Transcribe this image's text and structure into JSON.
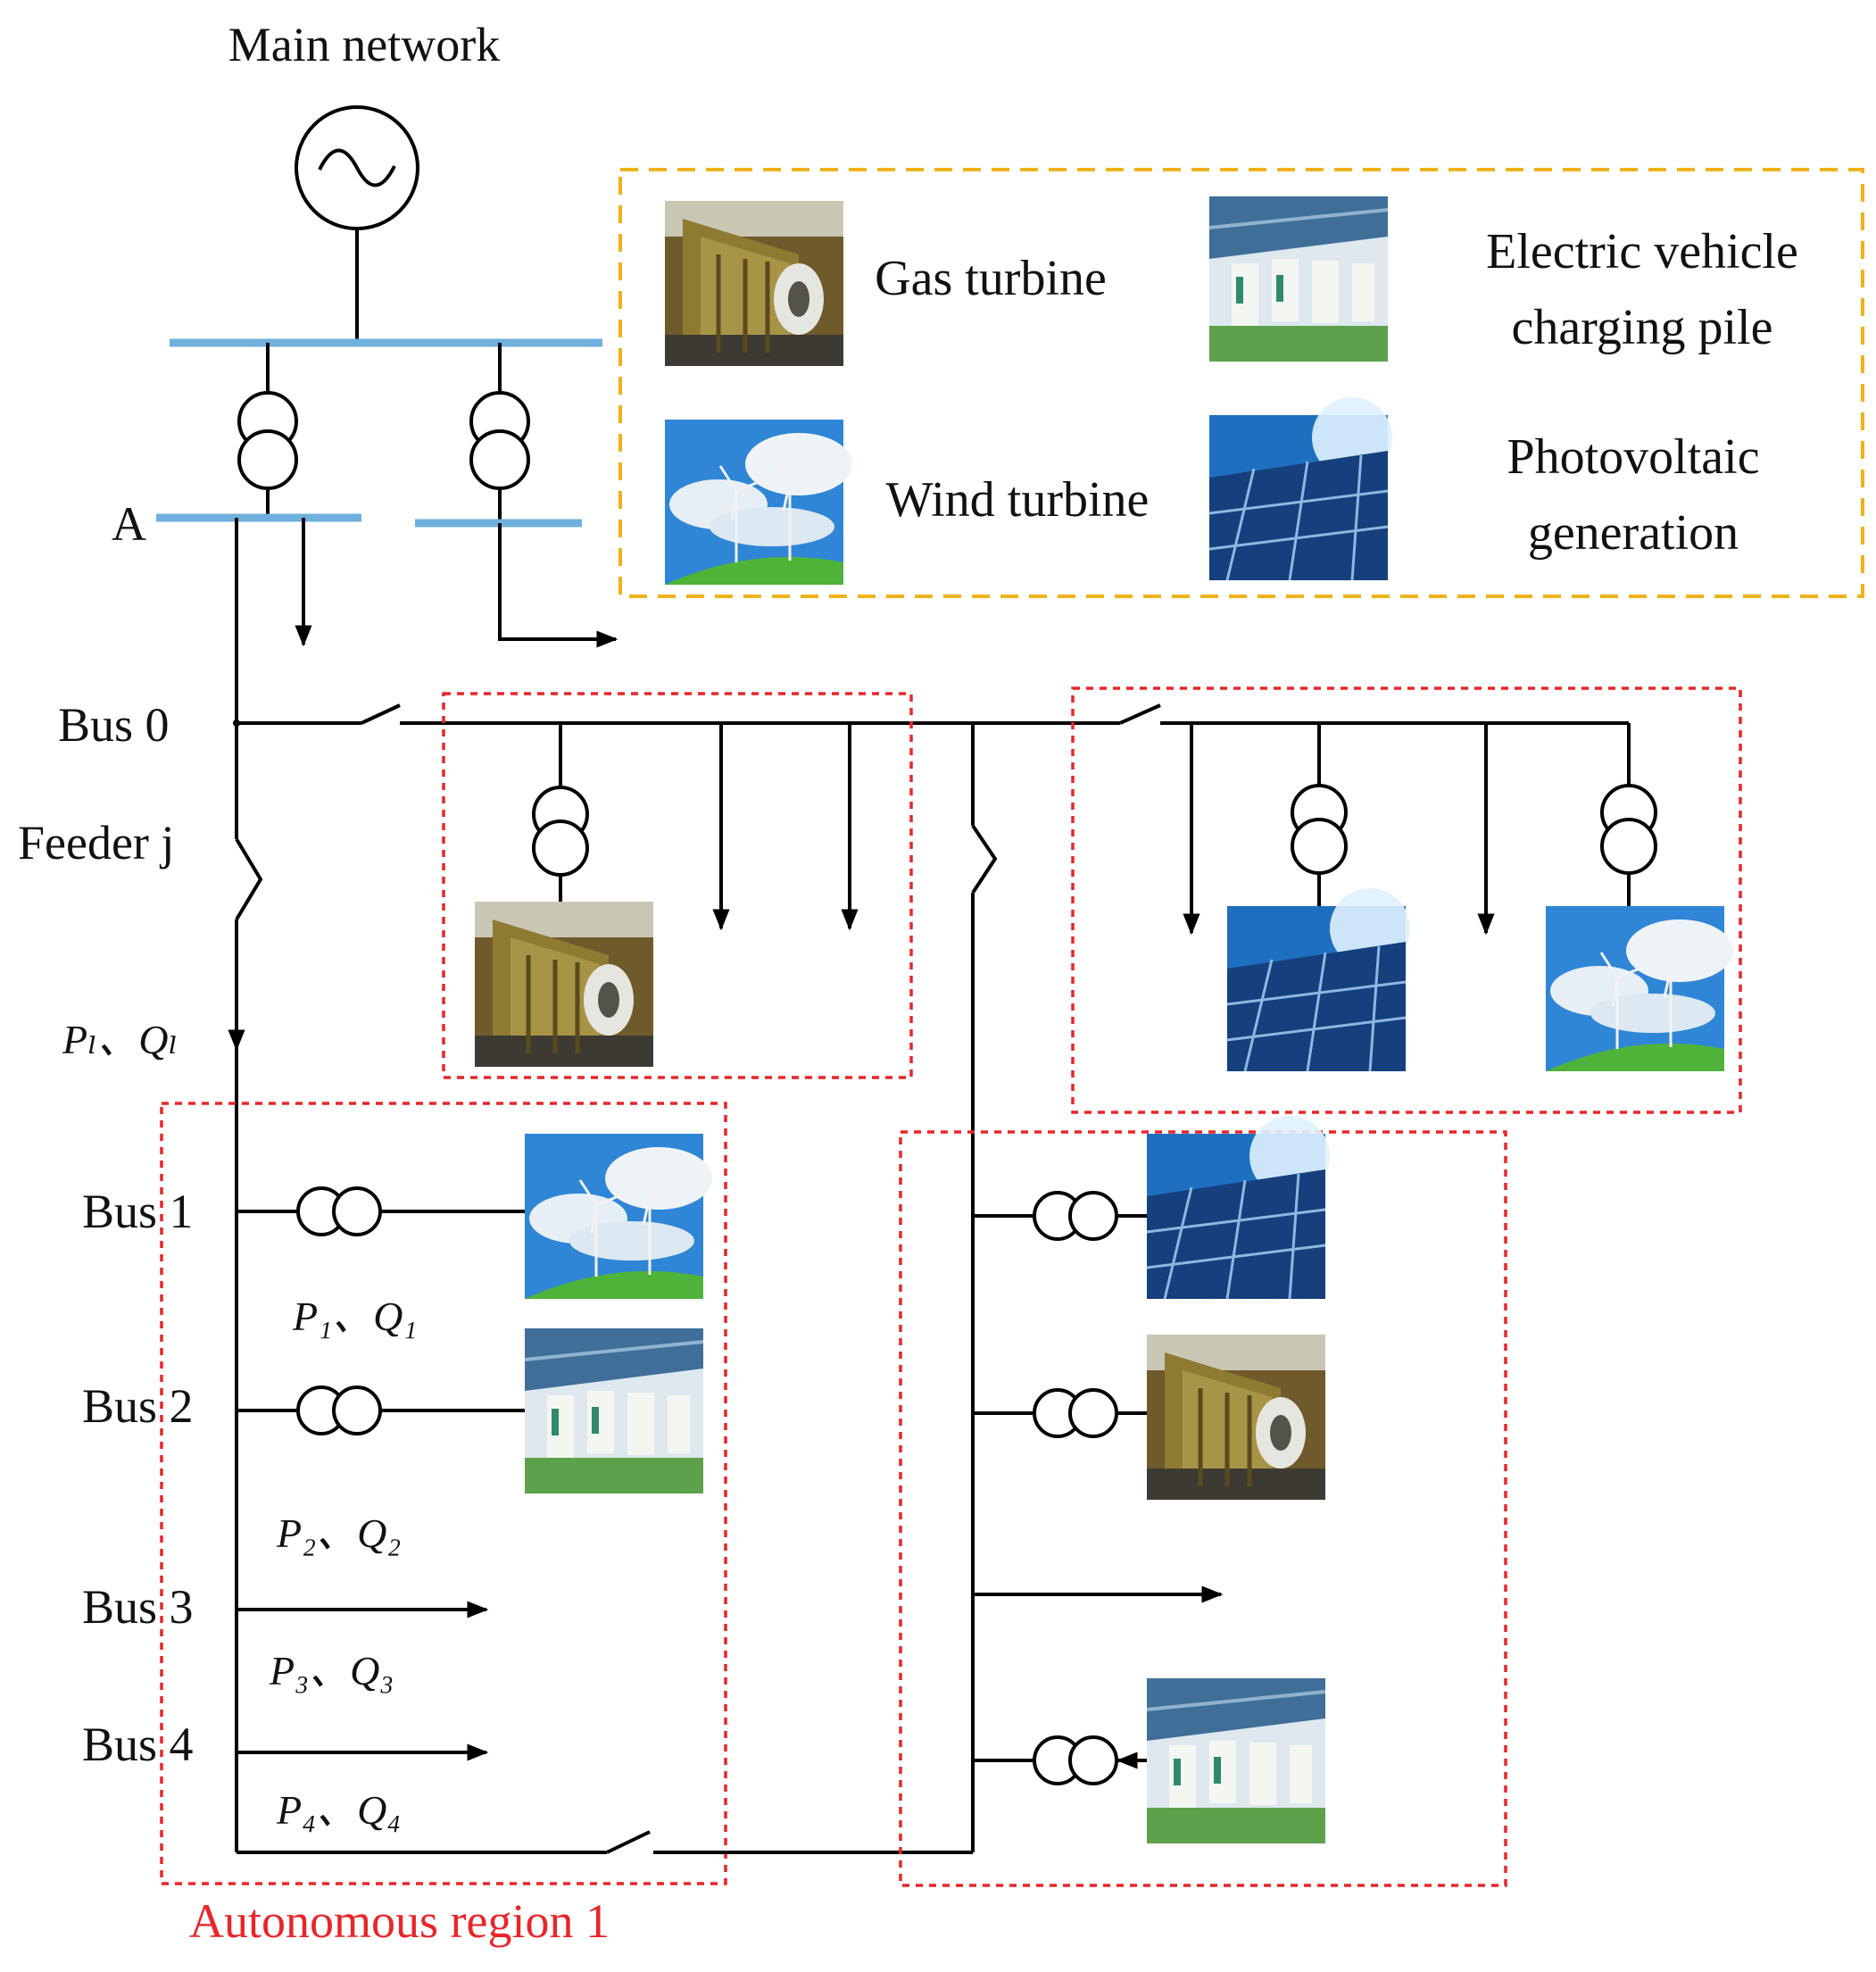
{
  "title": "Main network",
  "node_a": "A",
  "bus0": "Bus 0",
  "feeder": "Feeder j",
  "pl_ql": "Pₗ、Qₗ",
  "buses": [
    "Bus 1",
    "Bus 2",
    "Bus 3",
    "Bus 4"
  ],
  "pq_labels": [
    "P₁、Q₁",
    "P₂、Q₂",
    "P₃、Q₃",
    "P₄、Q₄"
  ],
  "region_label": "Autonomous region 1",
  "legend": {
    "gas_turbine": "Gas turbine",
    "ev_line1": "Electric vehicle",
    "ev_line2": "charging pile",
    "wind_turbine": "Wind turbine",
    "pv_line1": "Photovoltaic",
    "pv_line2": "generation"
  },
  "colors": {
    "bus_bar": "#6fb0dc",
    "region_border": "#e8262a",
    "legend_border": "#f0b21a"
  },
  "icons": [
    "gas-turbine-icon",
    "ev-charging-pile-icon",
    "wind-turbine-icon",
    "photovoltaic-icon"
  ]
}
